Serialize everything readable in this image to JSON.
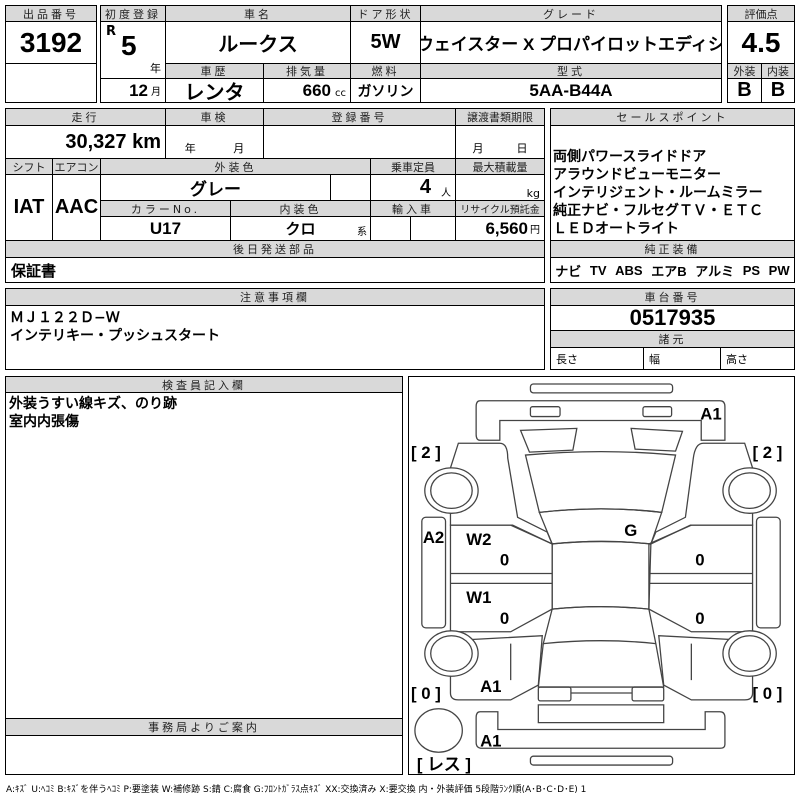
{
  "lot": {
    "label": "出品番号",
    "value": "3192"
  },
  "first_reg": {
    "label": "初度登録",
    "era": "R",
    "year": "5",
    "year_unit": "年",
    "month": "12",
    "month_unit": "月"
  },
  "car_name": {
    "label": "車名",
    "value": "ルークス"
  },
  "door": {
    "label": "ドア形状",
    "value": "5W"
  },
  "grade": {
    "label": "グレード",
    "value": "ハイウェイスター X プロパイロットエディション"
  },
  "history": {
    "label": "車歴",
    "value": "レンタ"
  },
  "displacement": {
    "label": "排気量",
    "value": "660",
    "unit": "cc"
  },
  "fuel": {
    "label": "燃料",
    "value": "ガソリン"
  },
  "model": {
    "label": "型式",
    "value": "5AA-B44A"
  },
  "score": {
    "label": "評価点",
    "value": "4.5",
    "ext_label": "外装",
    "int_label": "内装",
    "ext": "B",
    "int": "B"
  },
  "mileage": {
    "label": "走行",
    "value": "30,327 km"
  },
  "inspection": {
    "label": "車検",
    "year_unit": "年",
    "month_unit": "月"
  },
  "reg_no": {
    "label": "登録番号"
  },
  "transfer": {
    "label": "譲渡書類期限",
    "month_unit": "月",
    "day_unit": "日"
  },
  "shift": {
    "label": "シフト",
    "value": "IAT"
  },
  "ac": {
    "label": "エアコン",
    "value": "AAC"
  },
  "ext_color": {
    "label": "外装色",
    "value": "グレー"
  },
  "capacity": {
    "label": "乗車定員",
    "value": "4",
    "unit": "人"
  },
  "max_load": {
    "label": "最大積載量",
    "unit": "kg"
  },
  "color_no": {
    "label": "カラーNo.",
    "value": "U17"
  },
  "int_color": {
    "label": "内装色",
    "value": "クロ",
    "unit": "系"
  },
  "import": {
    "label": "輸入車"
  },
  "recycle": {
    "label": "リサイクル預託金",
    "value": "6,560",
    "unit": "円"
  },
  "later_parts": {
    "label": "後日発送部品",
    "value": "保証書"
  },
  "sales_points": {
    "label": "セールスポイント",
    "lines": [
      "両側パワースライドドア",
      "アラウンドビューモニター",
      "インテリジェント・ルームミラー",
      "純正ナビ・フルセグＴＶ・ＥＴＣ",
      "ＬＥＤオートライト"
    ]
  },
  "equipment": {
    "label": "純正装備",
    "items": [
      "ナビ",
      "TV",
      "ABS",
      "エアB",
      "アルミ",
      "PS",
      "PW"
    ]
  },
  "notes": {
    "label": "注意事項欄",
    "lines": [
      "ＭＪ１２２Ｄ−Ｗ",
      "インテリキー・プッシュスタート"
    ]
  },
  "chassis": {
    "label": "車台番号",
    "value": "0517935"
  },
  "specs": {
    "label": "諸元",
    "length": "長さ",
    "width": "幅",
    "height": "高さ"
  },
  "inspector": {
    "label": "検査員記入欄",
    "lines": [
      "外装うすい線キズ、のり跡",
      "室内内張傷"
    ]
  },
  "office": {
    "label": "事務局よりご案内"
  },
  "diagram": {
    "front_bumper": "A1",
    "left_front_tire": "[ 2 ]",
    "right_front_tire": "[ 2 ]",
    "left_rear_tire": "[ 0 ]",
    "right_rear_tire": "[ 0 ]",
    "spare": "[ レス ]",
    "left_sill": "A2",
    "left_front_door": "W2",
    "left_rear_door": "W1",
    "windshield": "G",
    "left_rear_fender": "A1",
    "rear_bumper": "A1",
    "door_lf": "0",
    "door_lr": "0",
    "door_rf": "0",
    "door_rr": "0"
  },
  "legend": "A:ｷｽﾞ U:ﾍｺﾐ B:ｷｽﾞを伴うﾍｺﾐ P:要塗装 W:補修跡 S:錆 C:腐食 G:ﾌﾛﾝﾄｶﾞﾗｽ点ｷｽﾞ XX:交換済み X:要交換 内・外装評価 5段階ﾗﾝｸ順(A･B･C･D･E) 1"
}
